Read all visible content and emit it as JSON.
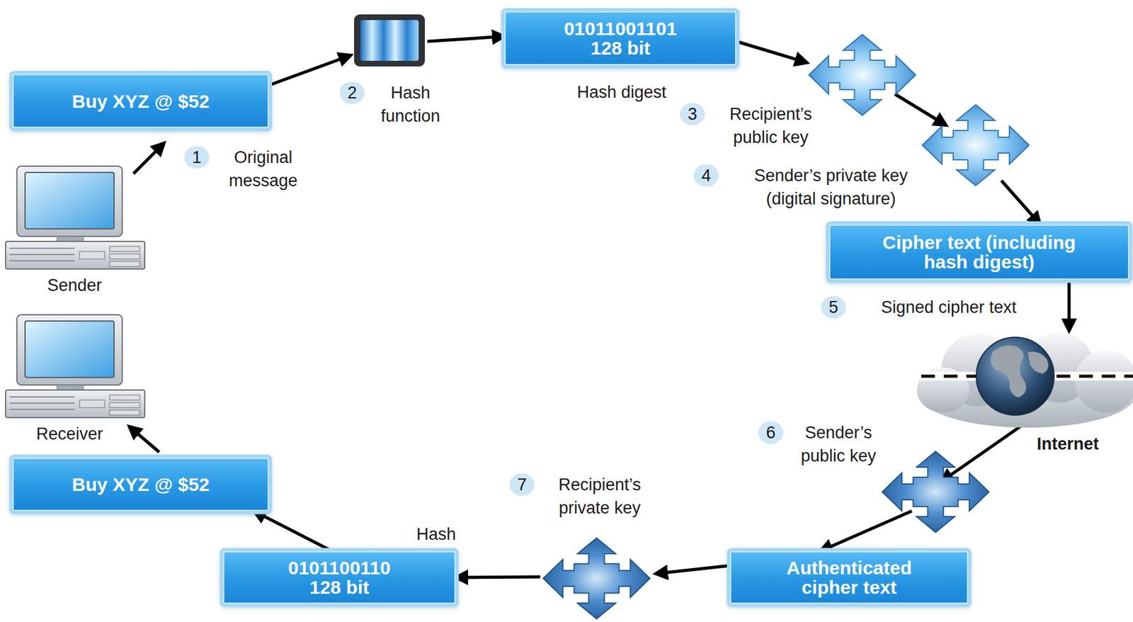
{
  "diagram": {
    "nodes": [
      {
        "text": [
          "Buy XYZ @ $52"
        ]
      },
      {
        "text": [
          "01011001101 128 bit",
          "Hash digest"
        ]
      },
      {
        "text": [
          "Cipher text (including hash digest)"
        ]
      },
      {
        "text": [
          "Authenticated cipher text"
        ]
      },
      {
        "text": [
          "0101100110 128 bit",
          "Hash"
        ]
      },
      {
        "text": [
          "Buy XYZ @ $52"
        ]
      }
    ],
    "edges": [
      {
        "from": 0,
        "to": 1,
        "arrow": "to"
      },
      {
        "from": 1,
        "to": 2,
        "arrow": "to"
      },
      {
        "from": 2,
        "to": 3,
        "arrow": "to"
      },
      {
        "from": 3,
        "to": 4,
        "arrow": "to"
      },
      {
        "from": 4,
        "to": 5,
        "arrow": "to"
      }
    ],
    "labels": [
      "1",
      "Original message",
      "2",
      "Hash function",
      "3",
      "Recipient’s public key",
      "4",
      "Sender’s private key (digital signature)",
      "5",
      "Signed cipher text",
      "Internet",
      "6",
      "Sender’s public key",
      "7",
      "Recipient’s private key",
      "Sender",
      "Receiver"
    ]
  }
}
